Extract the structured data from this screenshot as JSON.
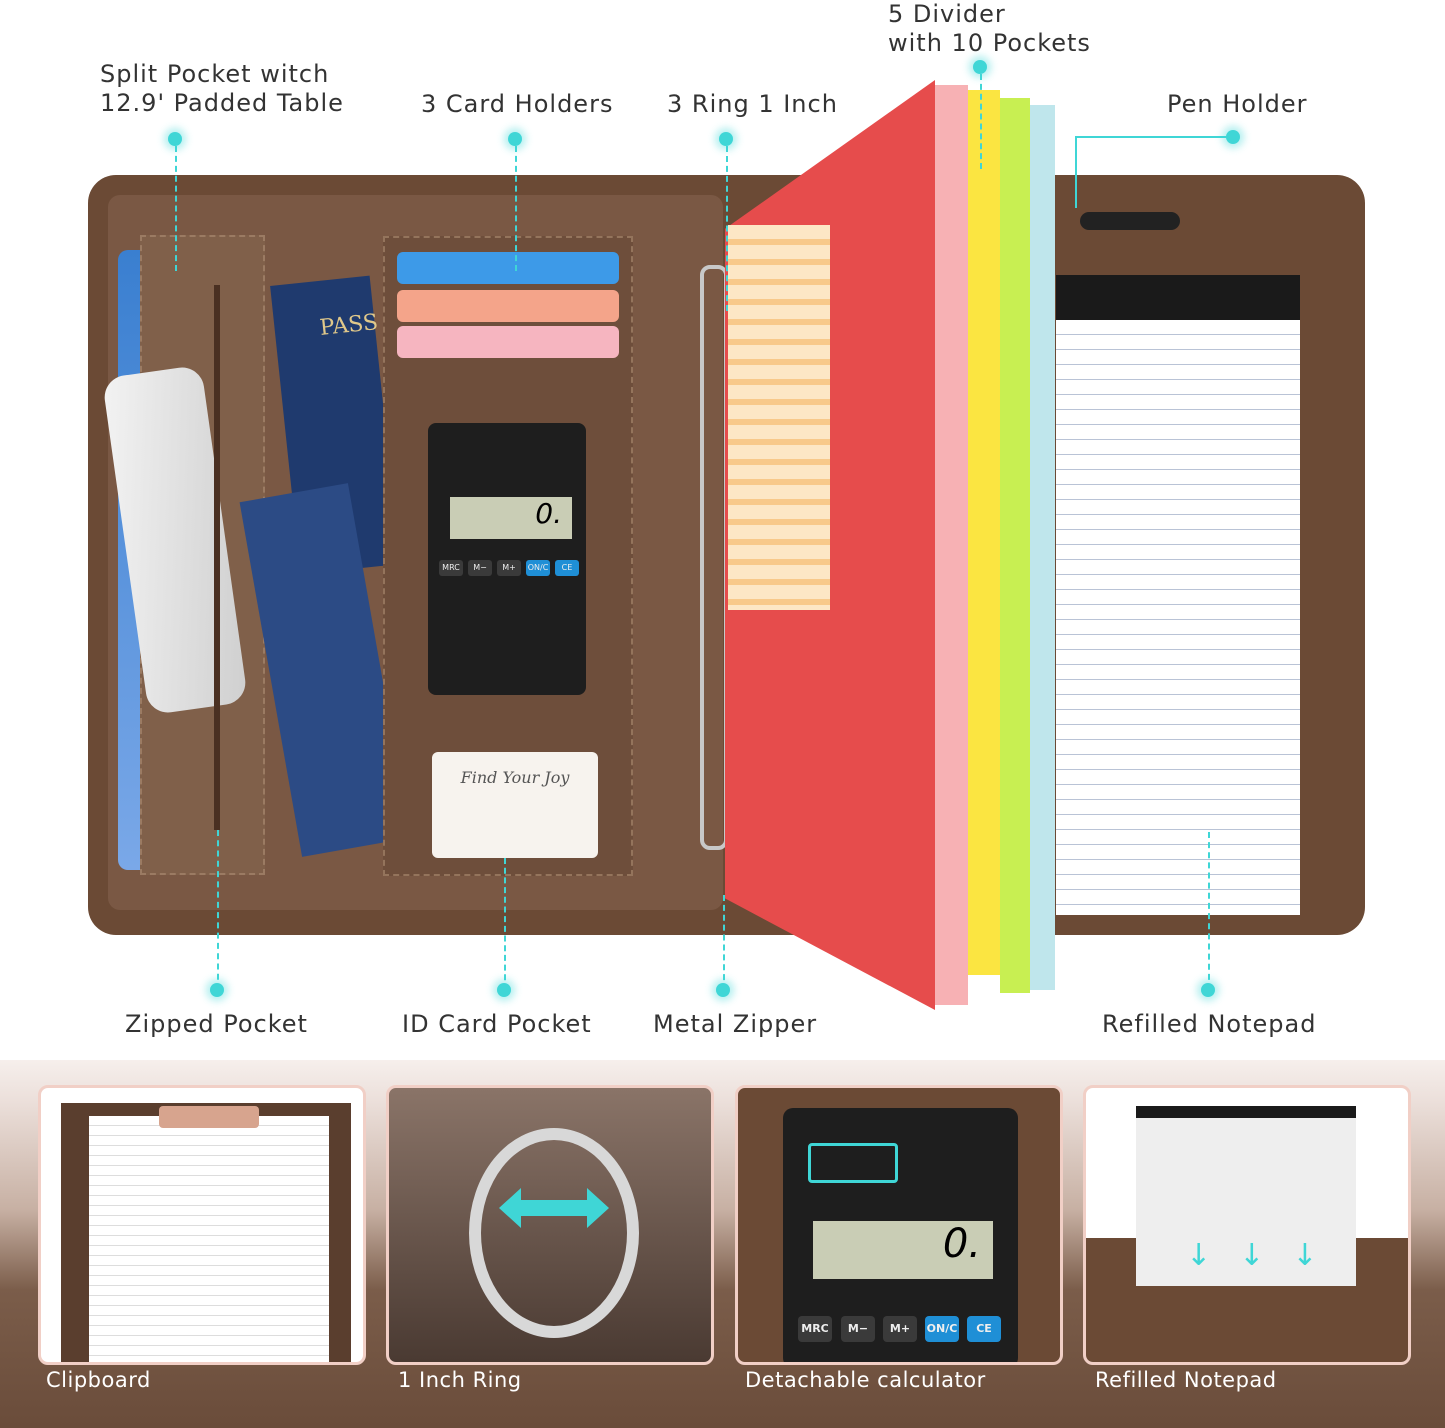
{
  "callouts": {
    "split_pocket": "Split Pocket witch\n12.9' Padded Table",
    "split_pocket_l1": "Split Pocket witch",
    "split_pocket_l2": "12.9' Padded Table",
    "card_holders": "3 Card Holders",
    "ring": "3 Ring 1 Inch",
    "divider_l1": "5 Divider",
    "divider_l2": "with 10 Pockets",
    "pen_holder": "Pen Holder",
    "zipped_pocket": "Zipped Pocket",
    "id_card_pocket": "ID Card Pocket",
    "metal_zipper": "Metal Zipper",
    "refilled_notepad": "Refilled Notepad"
  },
  "product_text": {
    "passport": "PASS",
    "id_card": "Find Your Joy",
    "calculator_display": "0.",
    "calc_keys": [
      "MRC",
      "M−",
      "M+",
      "ON/C",
      "CE"
    ]
  },
  "panels": [
    {
      "label": "Clipboard"
    },
    {
      "label": "1 Inch Ring"
    },
    {
      "label": "Detachable calculator"
    },
    {
      "label": "Refilled Notepad"
    }
  ],
  "colors": {
    "accent": "#3fd6d6",
    "leather": "#6b4a35",
    "panel_border": "#f1cfc6"
  }
}
